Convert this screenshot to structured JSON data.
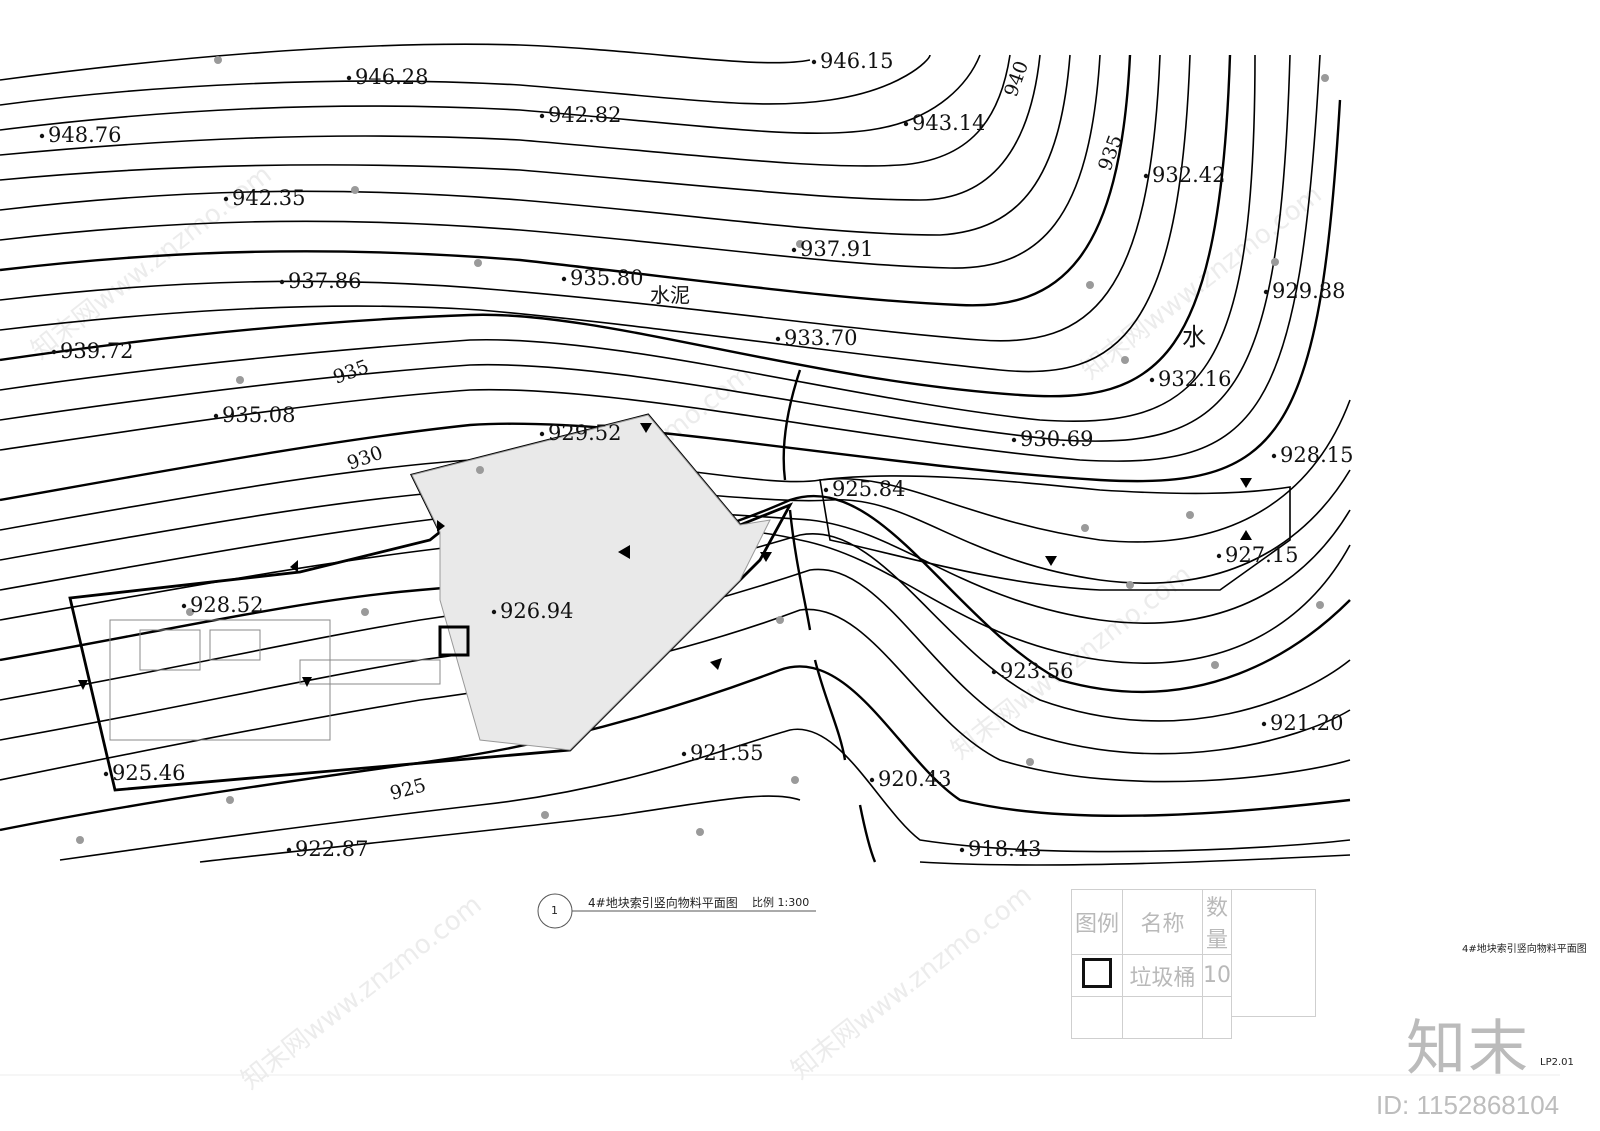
{
  "drawing": {
    "title": "4#地块索引竖向物料平面图",
    "scale_label": "比例 1:300",
    "index_number": "1",
    "side_title": "4#地块索引竖向物料平面图",
    "sheet_code": "LP2.01"
  },
  "elevations": [
    "946.15",
    "946.28",
    "942.82",
    "943.14",
    "948.76",
    "942.35",
    "932.42",
    "937.91",
    "937.86",
    "935.80",
    "929.88",
    "933.70",
    "939.72",
    "932.16",
    "935.08",
    "929.52",
    "930.69",
    "928.15",
    "925.84",
    "927.15",
    "928.52",
    "926.94",
    "923.56",
    "921.20",
    "921.55",
    "925.46",
    "920.43",
    "922.87",
    "918.43"
  ],
  "contour_labels": [
    "940",
    "935",
    "935",
    "930",
    "925"
  ],
  "site_notes": {
    "cement": "水泥",
    "water": "水"
  },
  "legend": {
    "headers": [
      "图例",
      "名称",
      "数量"
    ],
    "rows": [
      {
        "name": "垃圾桶",
        "qty": "10"
      }
    ]
  },
  "branding": {
    "logo_text": "知末",
    "image_id": "ID: 1152868104",
    "watermark": "知末网www.znzmo.com"
  }
}
